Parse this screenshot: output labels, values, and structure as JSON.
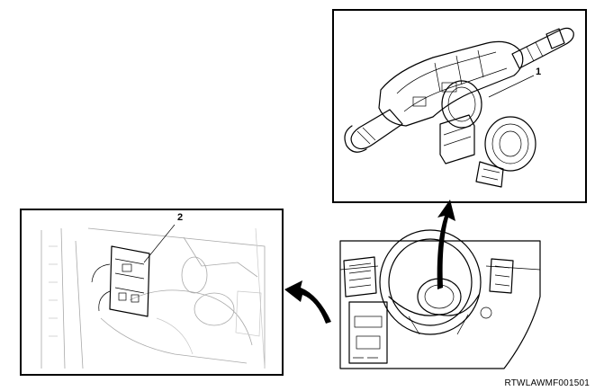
{
  "callouts": {
    "one": "1",
    "two": "2"
  },
  "reference_code": "RTWLAWMF001501"
}
